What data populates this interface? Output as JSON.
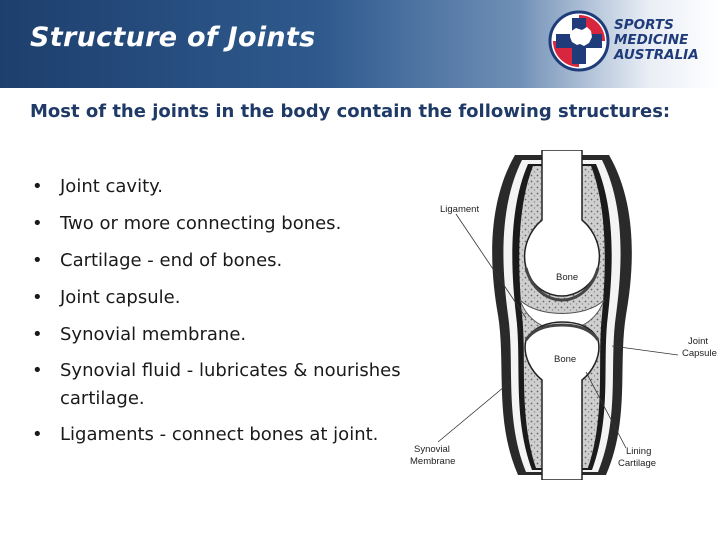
{
  "header": {
    "title": "Structure of Joints",
    "logo": {
      "icon": "australia-cross-logo-icon",
      "line1": "SPORTS",
      "line2": "MEDICINE",
      "line3": "AUSTRALIA",
      "colors": {
        "red": "#d7263d",
        "navy": "#1f3b7a"
      }
    }
  },
  "intro": "Most of the joints in the body contain the following structures:",
  "bullets": [
    "Joint cavity.",
    "Two or more connecting bones.",
    "Cartilage - end of bones.",
    "Joint capsule.",
    "Synovial membrane.",
    "Synovial fluid - lubricates & nourishes cartilage.",
    "Ligaments - connect bones at joint."
  ],
  "diagram": {
    "labels": {
      "ligament": "Ligament",
      "bone_top": "Bone",
      "bone_bottom": "Bone",
      "joint_capsule_1": "Joint",
      "joint_capsule_2": "Capsule",
      "synovial_membrane_1": "Synovial",
      "synovial_membrane_2": "Membrane",
      "lining_cartilage_1": "Lining",
      "lining_cartilage_2": "Cartilage"
    }
  },
  "colors": {
    "header_dark": "#1d3f6d",
    "intro_text": "#1f3a66"
  }
}
